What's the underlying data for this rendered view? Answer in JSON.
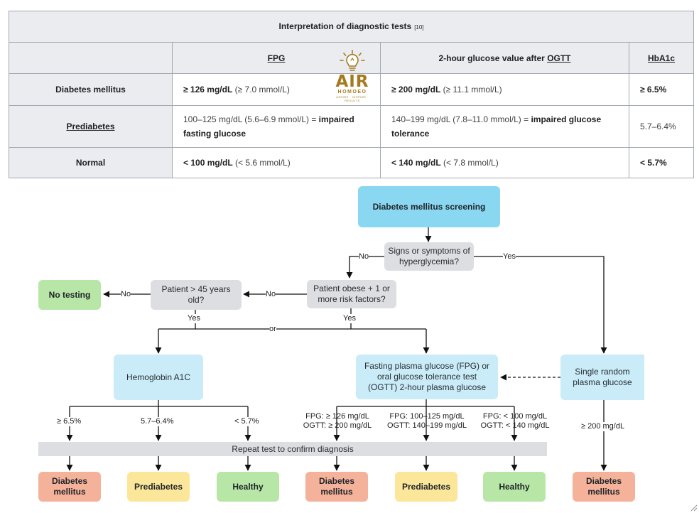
{
  "table": {
    "caption": "Interpretation of diagnostic tests",
    "caption_ref": "[10]",
    "headers": [
      "",
      "FPG",
      "2-hour glucose value after ",
      "OGTT",
      "HbA1c"
    ],
    "rows": [
      {
        "label": "Diabetes mellitus",
        "fpg_bold": "≥ 126 mg/dL",
        "fpg_rest": " (≥ 7.0 mmol/L)",
        "ogtt_bold": "≥ 200 mg/dL",
        "ogtt_rest": " (≥ 11.1 mmol/L)",
        "hba1c": "≥ 6.5%"
      },
      {
        "label": "Prediabetes",
        "fpg_rest": "100–125 mg/dL (5.6–6.9 mmol/L) = ",
        "fpg_bold": "impaired fasting glucose",
        "ogtt_rest": "140–199 mg/dL (7.8–11.0 mmol/L) = ",
        "ogtt_bold": "impaired glucose tolerance",
        "hba1c": "5.7–6.4%"
      },
      {
        "label": "Normal",
        "fpg_bold": "< 100 mg/dL",
        "fpg_rest": " (< 5.6 mmol/L)",
        "ogtt_bold": "< 140 mg/dL",
        "ogtt_rest": " (< 7.8 mmol/L)",
        "hba1c": "< 5.7%"
      }
    ]
  },
  "logo": {
    "text": "AIR",
    "sub": "HOMOEO",
    "tag": "ASPIRE · INSPIRE · RESULTS",
    "color": "#a57a1f"
  },
  "flow": {
    "screening": "Diabetes mellitus screening",
    "symptoms": "Signs or symptoms of hyperglycemia?",
    "obese": "Patient obese + 1 or more risk factors?",
    "age": "Patient > 45 years old?",
    "no_testing": "No testing",
    "a1c": "Hemoglobin A1C",
    "fpg_ogtt": "Fasting plasma glucose (FPG) or oral glucose tolerance test (OGTT) 2-hour plasma glucose",
    "random": "Single random plasma glucose",
    "repeat": "Repeat test to confirm diagnosis",
    "labels": {
      "no": "No",
      "yes": "Yes",
      "or": "or",
      "a1c_dm": "≥ 6.5%",
      "a1c_pre": "5.7–6.4%",
      "a1c_norm": "< 5.7%",
      "fpg_dm_1": "FPG: ≥ 126 mg/dL",
      "fpg_dm_2": "OGTT: ≥ 200 mg/dL",
      "fpg_pre_1": "FPG: 100–125 mg/dL",
      "fpg_pre_2": "OGTT: 140–199 mg/dL",
      "fpg_norm_1": "FPG: < 100 mg/dL",
      "fpg_norm_2": "OGTT: < 140 mg/dL",
      "rand_dm": "≥ 200 mg/dL"
    },
    "outcomes": {
      "diabetes": "Diabetes mellitus",
      "prediabetes": "Prediabetes",
      "healthy": "Healthy"
    },
    "colors": {
      "start": "#8ad7f2",
      "test": "#c9ecf8",
      "decision": "#dcdee2",
      "diabetes": "#f5b29a",
      "prediabetes": "#fbe69a",
      "healthy": "#b8e6a6"
    }
  }
}
